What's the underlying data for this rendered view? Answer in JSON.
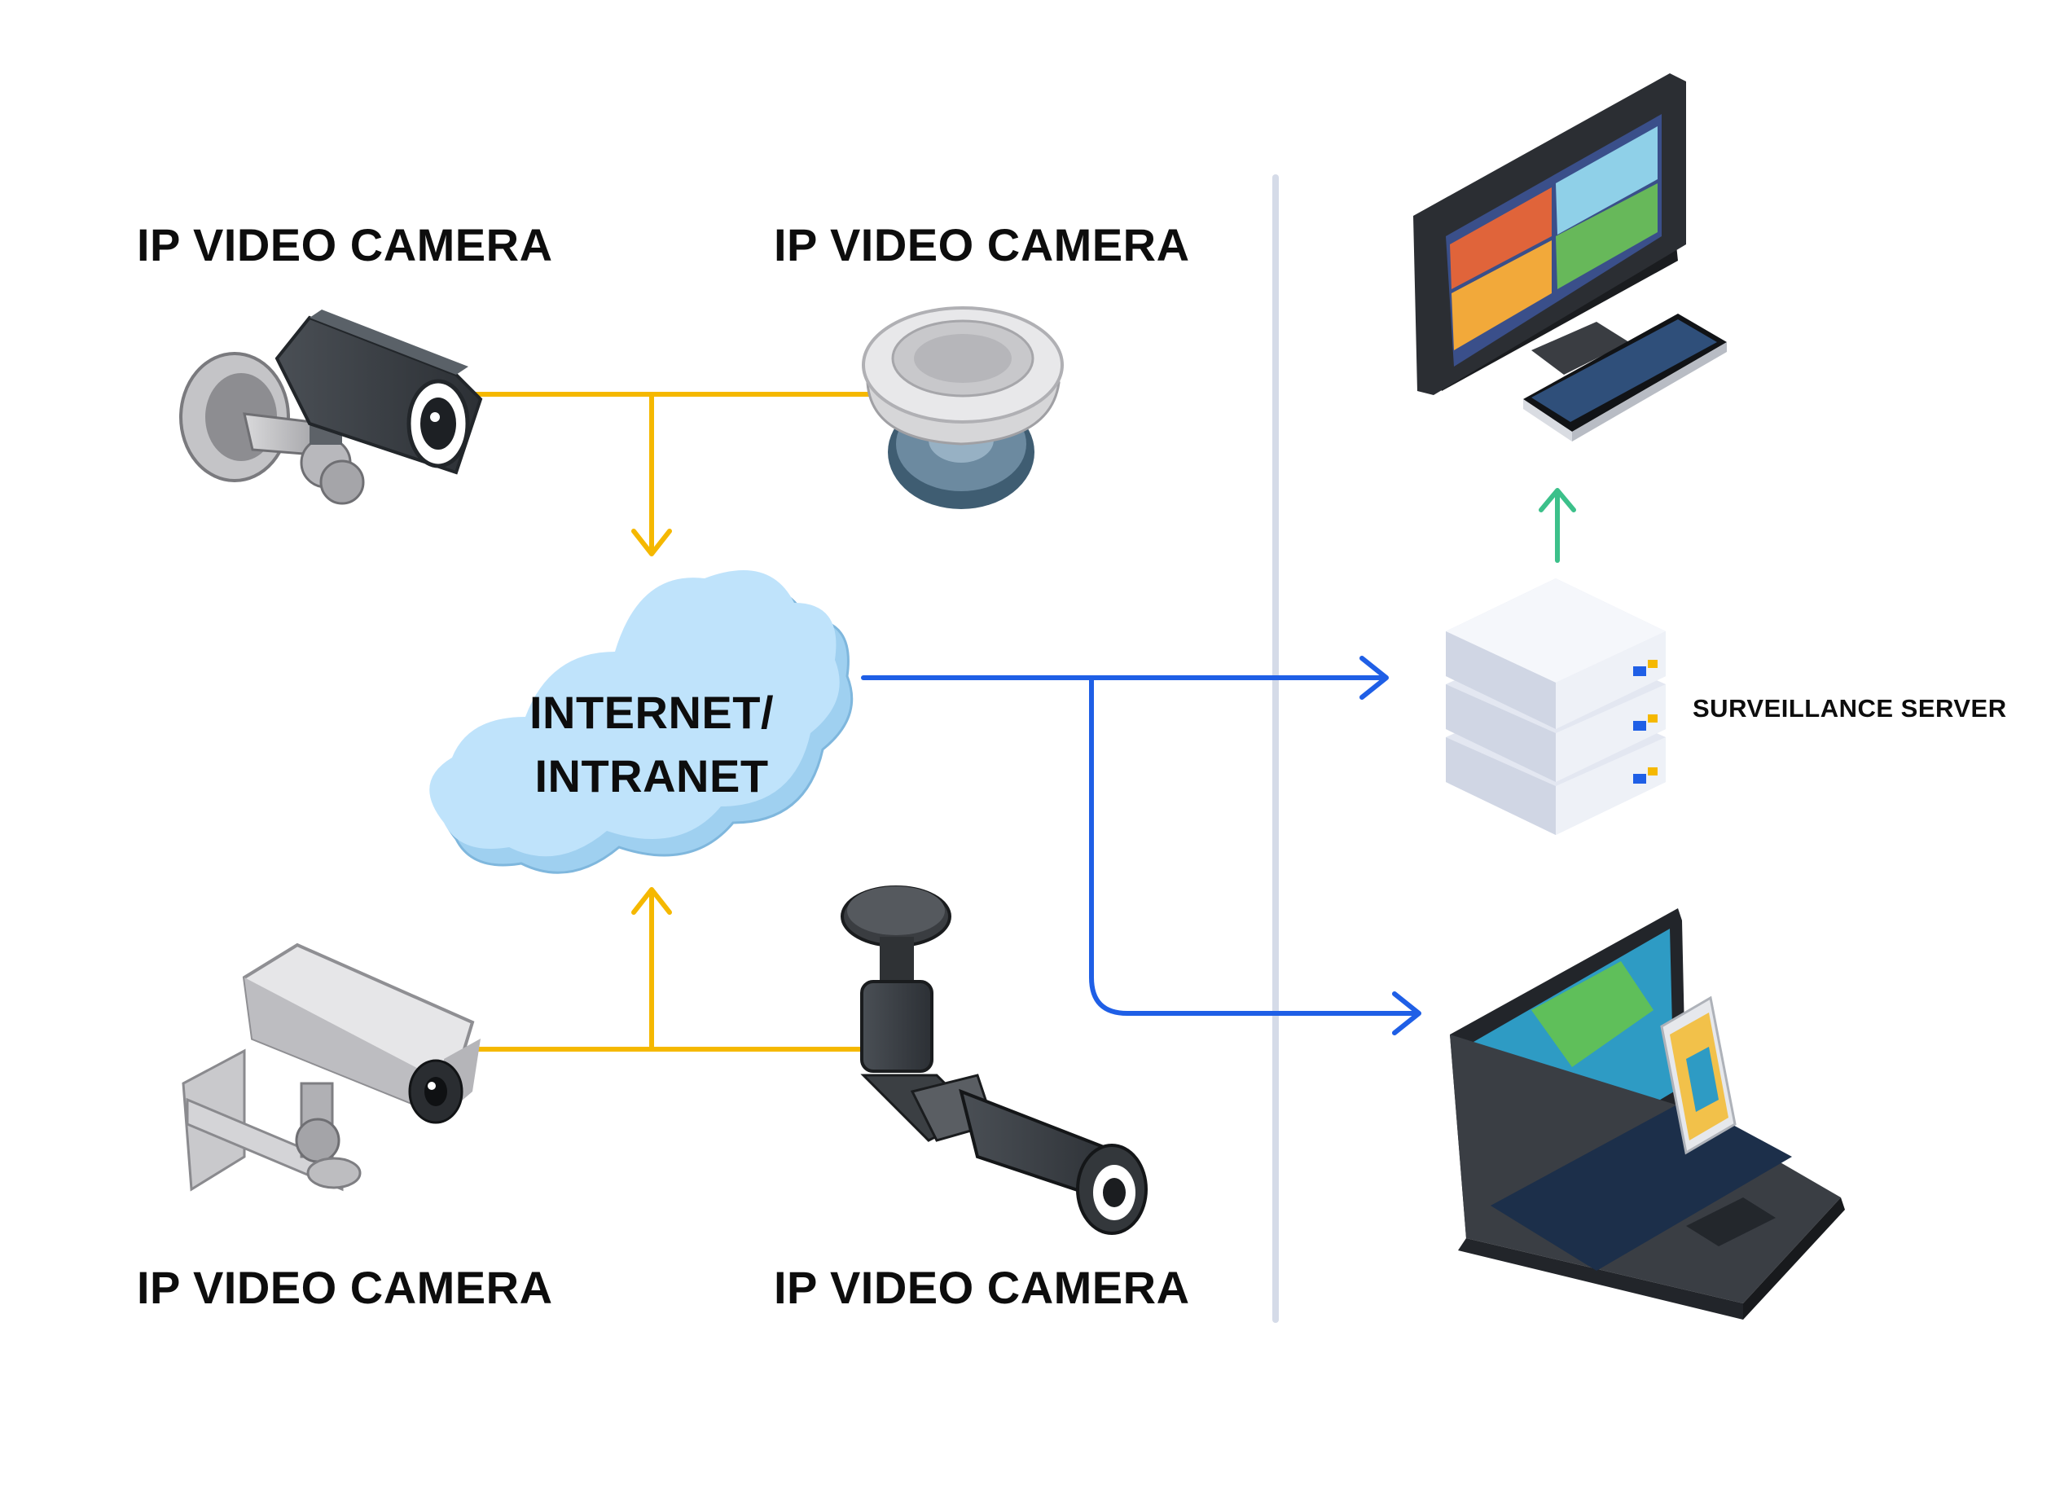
{
  "labels": {
    "camera_top_left": "IP VIDEO CAMERA",
    "camera_top_right": "IP VIDEO CAMERA",
    "camera_bottom_left": "IP VIDEO CAMERA",
    "camera_bottom_right": "IP VIDEO CAMERA",
    "network_line1": "INTERNET/",
    "network_line2": "INTRANET",
    "server": "SURVEILLANCE SERVER"
  },
  "colors": {
    "camera_link": "#f5b800",
    "network_link": "#1f5fe6",
    "server_to_monitor": "#3cc08a",
    "divider": "#d5dbe8",
    "cloud": "#aedcf7"
  },
  "icons": [
    "bullet-camera-icon",
    "dome-camera-icon",
    "box-camera-icon",
    "bracket-camera-icon",
    "cloud-icon",
    "monitor-icon",
    "keyboard-icon",
    "server-icon",
    "laptop-icon",
    "phone-icon"
  ]
}
